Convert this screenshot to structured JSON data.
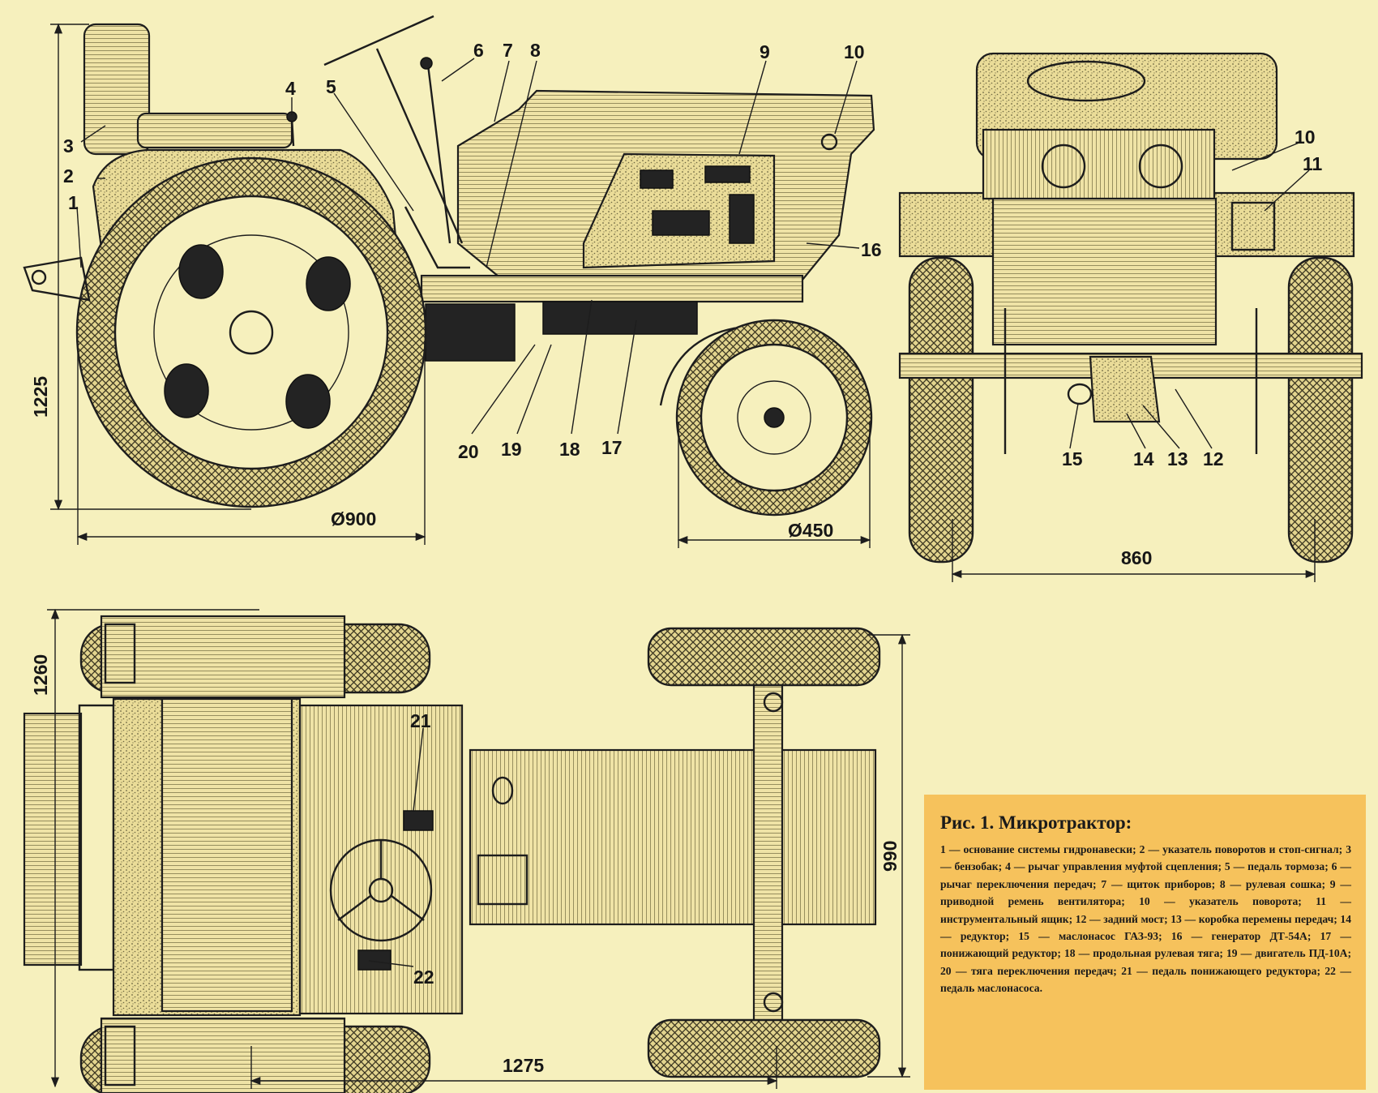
{
  "caption": {
    "title": "Рис. 1. Микротрактор:",
    "body": "1 — основание системы гидронавески; 2 — указатель поворотов и стоп-сигнал; 3 — бензобак; 4 — рычаг управления муфтой сцепления; 5 — педаль тормоза; 6 — рычаг переключения передач; 7 — щиток приборов; 8 — рулевая сошка; 9 — приводной ремень вентилятора; 10 — указатель поворота; 11 — инструментальный ящик; 12 — задний мост; 13 — коробка перемены передач; 14 — редуктор; 15 — маслонасос ГАЗ-93; 16 — генератор ДТ-54А; 17 — понижающий редуктор; 18 — продольная рулевая тяга; 19 — двигатель ПД-10А; 20 — тяга переключения передач; 21 — педаль понижающего редуктора; 22 — педаль маслонасоса."
  },
  "side_view": {
    "callouts": [
      "1",
      "2",
      "3",
      "4",
      "5",
      "6",
      "7",
      "8",
      "9",
      "10",
      "16",
      "17",
      "18",
      "19",
      "20"
    ],
    "dimensions": {
      "height": "1225",
      "rear_wheel": "Ø900",
      "front_wheel": "Ø450"
    }
  },
  "rear_view": {
    "callouts": [
      "10",
      "11",
      "12",
      "13",
      "14",
      "15"
    ],
    "dimensions": {
      "track": "860"
    }
  },
  "top_view": {
    "callouts": [
      "21",
      "22"
    ],
    "dimensions": {
      "rear_track": "1260",
      "wheelbase": "1275",
      "front_track": "990"
    }
  },
  "colors": {
    "paper": "#f6f0bd",
    "caption_bg": "#f6c25c",
    "ink": "#1d1d1d"
  }
}
